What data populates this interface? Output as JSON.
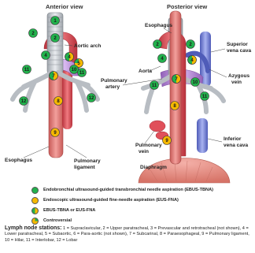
{
  "views": {
    "anterior": "Anterior view",
    "posterior": "Posterior view"
  },
  "labels": {
    "aortic_arch": "Aortic arch",
    "pulmonary_artery": "Pulmonary\nartery",
    "esophagus_left": "Esophagus",
    "pulmonary_ligament": "Pulmonary\nligament",
    "esophagus_right": "Esophagus",
    "superior_vena_cava": "Superior\nvena cava",
    "aorta": "Aorta",
    "azygous_vein": "Azygous\nvein",
    "pulmonary_vein": "Pulmonary\nvein",
    "inferior_vena_cava": "Inferior\nvena cava",
    "diaphragm": "Diaphragm"
  },
  "nodes_anterior": [
    {
      "label": "1",
      "kind": "green"
    },
    {
      "label": "2",
      "kind": "green"
    },
    {
      "label": "2",
      "kind": "green"
    },
    {
      "label": "4",
      "kind": "green"
    },
    {
      "label": "4",
      "kind": "both"
    },
    {
      "label": "5",
      "kind": "controversial"
    },
    {
      "label": "7",
      "kind": "both"
    },
    {
      "label": "8",
      "kind": "orange"
    },
    {
      "label": "9",
      "kind": "orange"
    },
    {
      "label": "10",
      "kind": "green"
    },
    {
      "label": "11",
      "kind": "green"
    },
    {
      "label": "11",
      "kind": "green"
    },
    {
      "label": "12",
      "kind": "green"
    },
    {
      "label": "12",
      "kind": "green"
    }
  ],
  "nodes_posterior": [
    {
      "label": "2",
      "kind": "green"
    },
    {
      "label": "2",
      "kind": "green"
    },
    {
      "label": "4",
      "kind": "green"
    },
    {
      "label": "4",
      "kind": "both"
    },
    {
      "label": "7",
      "kind": "both"
    },
    {
      "label": "10",
      "kind": "green"
    },
    {
      "label": "11",
      "kind": "green"
    },
    {
      "label": "11",
      "kind": "green"
    },
    {
      "label": "8",
      "kind": "orange"
    },
    {
      "label": "9",
      "kind": "orange"
    }
  ],
  "legend": [
    {
      "kind": "green",
      "text": "Endobronchial ultrasound-guided transbronchial needle aspiration (EBUS-TBNA)"
    },
    {
      "kind": "orange",
      "text": "Endoscopic ultrasound-guided fine-needle aspiration (EUS-FNA)"
    },
    {
      "kind": "both",
      "text": "EBUS-TBNA or EUS-FNA"
    },
    {
      "kind": "controversial",
      "text": "Controversial"
    }
  ],
  "stations": {
    "heading": "Lymph node stations:",
    "text": " 1 = Supraclavicular, 2 = Upper paratracheal, 3 = Prevascular and retrotracheal (not shown), 4 = Lower paratracheal, 5 = Subaortic, 6 = Para-aortic (not shown), 7 = Subcarinal, 8 = Paraesophageal, 9 = Pulmonary ligament, 10 = Hilar, 11 = Interlobar, 12 = Lobar"
  },
  "colors": {
    "green": "#22b14c",
    "orange": "#f5b800",
    "aorta": "#e0505a",
    "vein": "#7a86d6",
    "pulmonary_artery": "#b991d6",
    "trachea": "#c8ccd2",
    "esophagus": "#e07a78"
  }
}
